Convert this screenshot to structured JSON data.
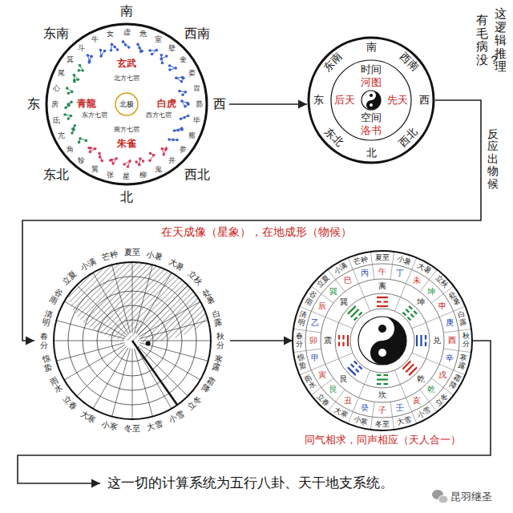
{
  "diagram": {
    "nodes": [
      {
        "text": [
          "南",
          "西南",
          "西",
          "西北",
          "北",
          "东北",
          "东",
          "东南",
          "玄武",
          "白虎",
          "朱雀",
          "青龍",
          "北极",
          "北方七宿",
          "西方七宿",
          "南方七宿",
          "东方七宿",
          "角",
          "亢",
          "氐",
          "房",
          "心",
          "尾",
          "箕",
          "斗",
          "牛",
          "女",
          "虚",
          "危",
          "室",
          "壁",
          "奎",
          "娄",
          "胃",
          "昴",
          "毕",
          "觜",
          "参",
          "井",
          "鬼",
          "柳",
          "星",
          "张",
          "翼",
          "轸"
        ]
      },
      {
        "text": [
          "南",
          "西南",
          "西",
          "西北",
          "北",
          "东北",
          "东",
          "东南",
          "时间",
          "河图",
          "后天",
          "先天",
          "空间",
          "洛书"
        ]
      },
      {
        "text": [
          "夏至",
          "小暑",
          "大暑",
          "立秋",
          "处暑",
          "白露",
          "秋分",
          "寒露",
          "霜降",
          "立冬",
          "小雪",
          "大雪",
          "冬至",
          "小寒",
          "大寒",
          "立春",
          "雨水",
          "惊蛰",
          "春分",
          "清明",
          "谷雨",
          "立夏",
          "小满",
          "芒种"
        ]
      },
      {
        "text": [
          "夏至",
          "小暑",
          "大暑",
          "立秋",
          "处暑",
          "白露",
          "秋分",
          "寒露",
          "霜降",
          "立冬",
          "小雪",
          "大雪",
          "冬至",
          "小寒",
          "大寒",
          "立春",
          "雨水",
          "惊蛰",
          "春分",
          "清明",
          "谷雨",
          "立夏",
          "小满",
          "芒种",
          "午",
          "丁",
          "未",
          "坤",
          "申",
          "庚",
          "酉",
          "辛",
          "戌",
          "乾",
          "亥",
          "壬",
          "子",
          "癸",
          "丑",
          "艮",
          "寅",
          "甲",
          "卯",
          "乙",
          "辰",
          "巽",
          "巳",
          "丙",
          "离",
          "坤",
          "兑",
          "乾",
          "坎",
          "艮",
          "震",
          "巽"
        ]
      },
      {
        "text": [
          "这一切的计算系统为五行八卦、天干地支系统。"
        ]
      }
    ],
    "edges": [
      {
        "from": 0,
        "to": 1,
        "arrow": "to"
      },
      {
        "from": 1,
        "to": 2,
        "label": "反应出物候",
        "arrow": "to"
      },
      {
        "from": 2,
        "to": 3,
        "arrow": "to"
      },
      {
        "from": 3,
        "to": 4,
        "arrow": "to"
      }
    ],
    "labels": [
      "这逻辑推理",
      "有毛病没？",
      "在天成像（星象），在地成形（物候）",
      "同气相求，同声相应（天人合一）",
      "昆羽继圣"
    ]
  }
}
